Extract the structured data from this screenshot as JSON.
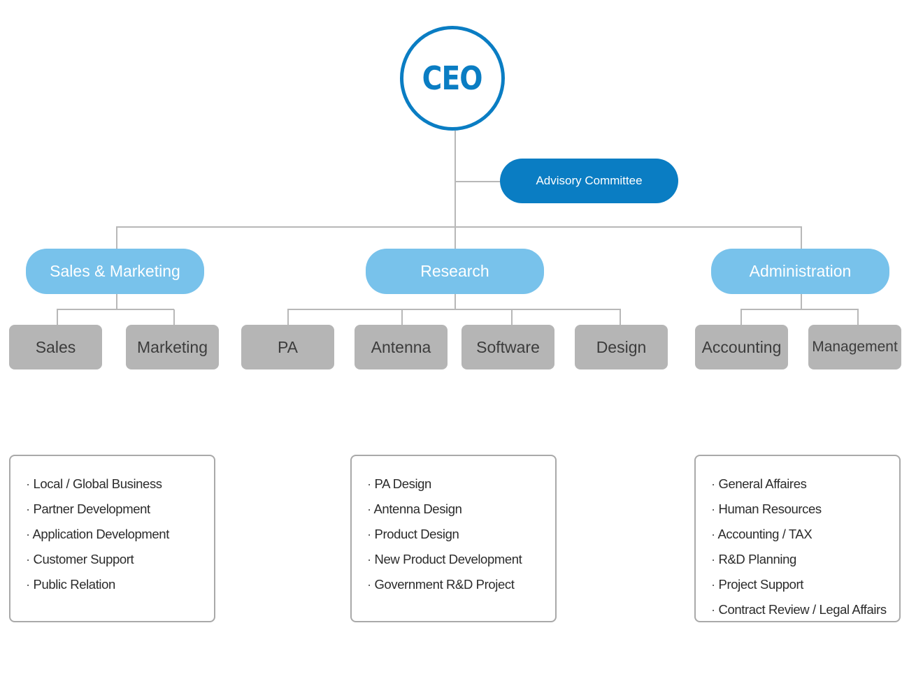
{
  "ceo": {
    "label": "CEO"
  },
  "advisory": {
    "label": "Advisory Committee"
  },
  "departments": [
    {
      "label": "Sales & Marketing",
      "teams": [
        "Sales",
        "Marketing"
      ],
      "duties": [
        "Local / Global Business",
        "Partner Development",
        "Application Development",
        "Customer Support",
        "Public Relation"
      ]
    },
    {
      "label": "Research",
      "teams": [
        "PA",
        "Antenna",
        "Software",
        "Design"
      ],
      "duties": [
        "PA Design",
        "Antenna Design",
        "Product Design",
        "New Product Development",
        "Government R&D Project"
      ]
    },
    {
      "label": "Administration",
      "teams": [
        "Accounting",
        "Management"
      ],
      "duties": [
        "General Affaires",
        "Human Resources",
        "Accounting / TAX",
        "R&D Planning",
        "Project Support",
        "Contract Review / Legal Affairs"
      ]
    }
  ],
  "colors": {
    "primary": "#0a7dc3",
    "department": "#78c2eb",
    "team": "#b5b5b5",
    "line": "#b8b8b8"
  }
}
